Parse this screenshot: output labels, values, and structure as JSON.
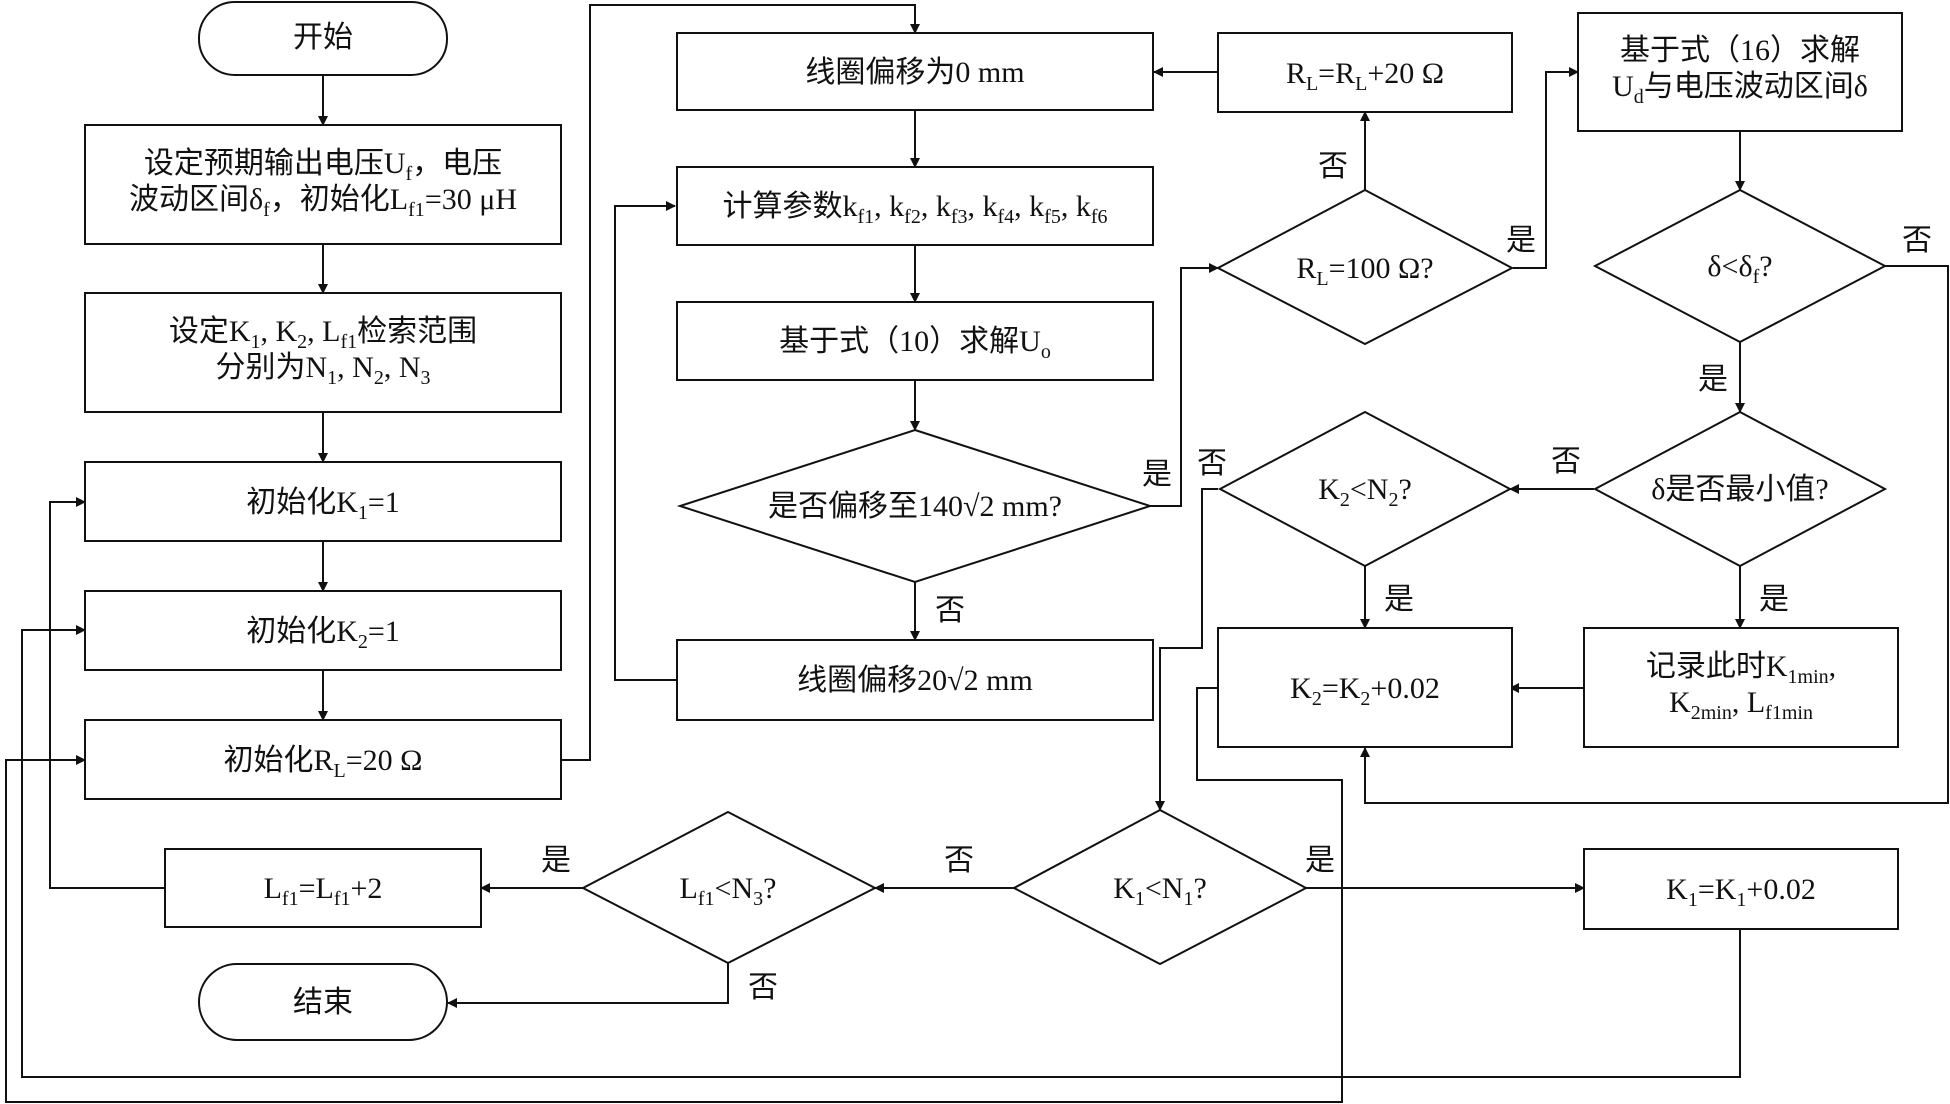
{
  "nodes": {
    "start": {
      "text": "开始"
    },
    "set_uf": {
      "lines": [
        "设定预期输出电压U_f，电压",
        "波动区间δ_f，初始化L_f1=30 μH"
      ]
    },
    "set_range": {
      "lines": [
        "设定K_1, K_2, L_f1检索范围",
        "分别为N_1, N_2, N_3"
      ]
    },
    "init_k1": {
      "text": "初始化K_1=1"
    },
    "init_k2": {
      "text": "初始化K_2=1"
    },
    "init_rl": {
      "text": "初始化R_L=20 Ω"
    },
    "coil0": {
      "text": "线圈偏移为0 mm"
    },
    "calc_k": {
      "text": "计算参数k_f1, k_f2, k_f3, k_f4, k_f5, k_f6"
    },
    "solve_uo": {
      "text": "基于式（10）求解U_o"
    },
    "offset_q": {
      "text": "是否偏移至140√2 mm?"
    },
    "coil_step": {
      "text": "线圈偏移20√2 mm"
    },
    "rl_inc": {
      "text": "R_L=R_L+20 Ω"
    },
    "rl_q": {
      "text": "R_L=100 Ω?"
    },
    "solve_ud": {
      "lines": [
        "基于式（16）求解",
        "U_d与电压波动区间δ"
      ]
    },
    "delta_q": {
      "text": "δ<δ_f?"
    },
    "min_q": {
      "text": "δ是否最小值?"
    },
    "record": {
      "lines": [
        "记录此时K_1min,",
        "K_2min, L_f1min"
      ]
    },
    "k2_q": {
      "text": "K_2<N_2?"
    },
    "k2_inc": {
      "text": "K_2=K_2+0.02"
    },
    "k1_q": {
      "text": "K_1<N_1?"
    },
    "k1_inc": {
      "text": "K_1=K_1+0.02"
    },
    "lf1_q": {
      "text": "L_f1<N_3?"
    },
    "lf1_inc": {
      "text": "L_f1=L_f1+2"
    },
    "end": {
      "text": "结束"
    }
  },
  "edge_labels": {
    "yes": "是",
    "no": "否"
  }
}
